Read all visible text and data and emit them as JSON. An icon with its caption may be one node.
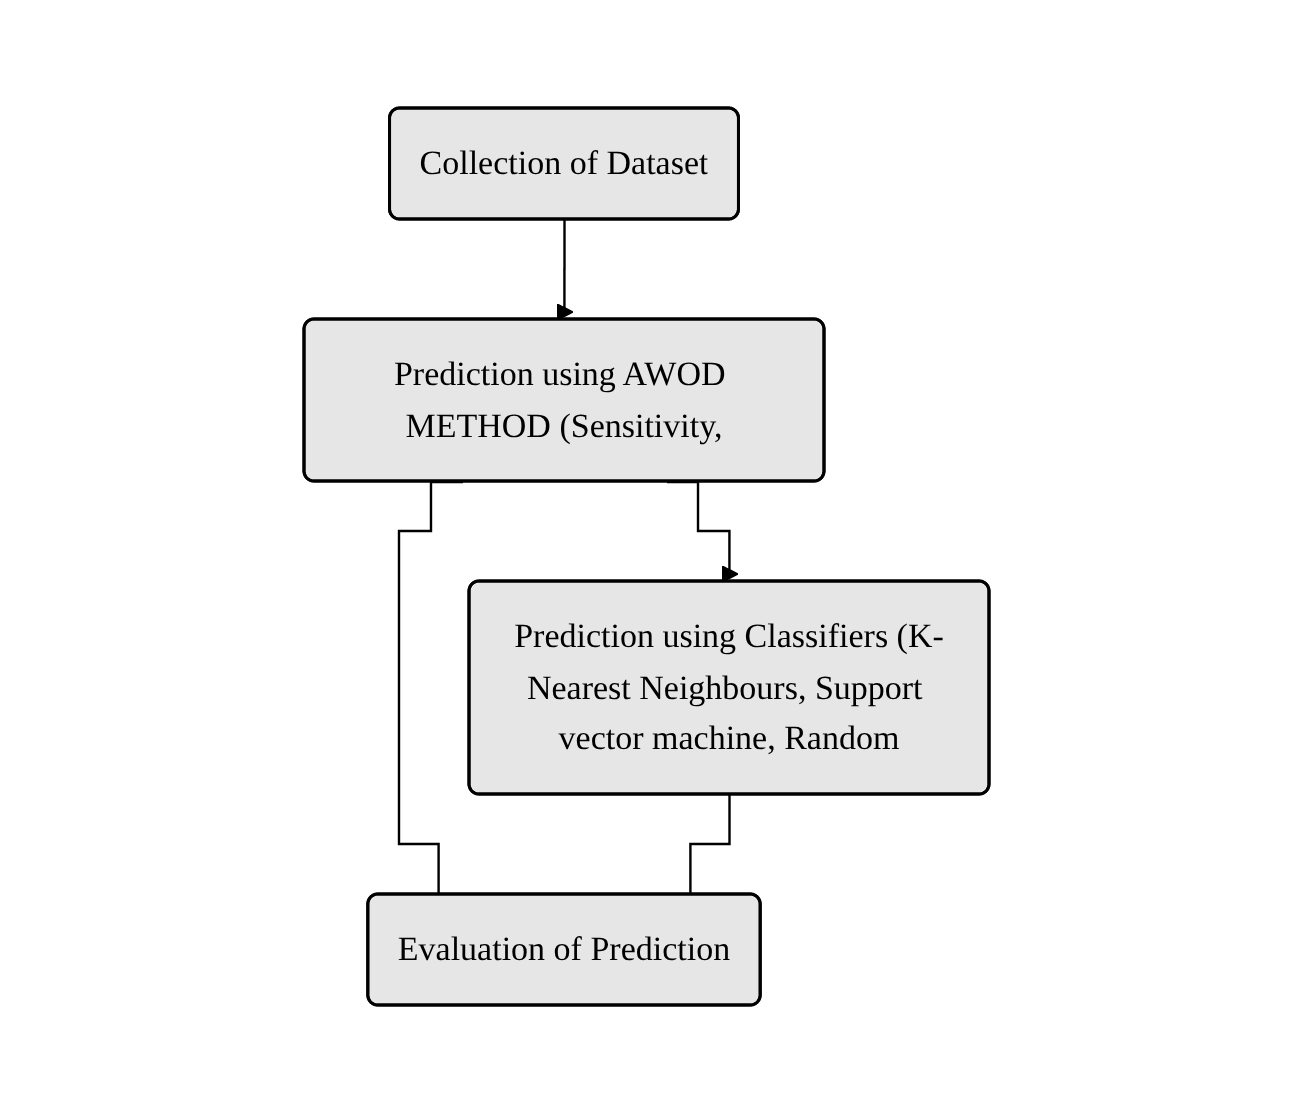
{
  "diagram": {
    "nodes": [
      {
        "text": [
          "Collection of Dataset"
        ]
      },
      {
        "text": [
          "Prediction using AWOD METHOD (Sensitivity,"
        ]
      },
      {
        "text": [
          "Prediction using Classifiers (K-Nearest Neighbours, Support vector machine, Random"
        ]
      },
      {
        "text": [
          "Evaluation of Prediction"
        ]
      }
    ],
    "edges": [
      {
        "from": 0,
        "to": 1,
        "arrow": "to"
      },
      {
        "from": 1,
        "to": 2,
        "arrow": "to"
      },
      {
        "from": 1,
        "to": 3,
        "arrow": "none"
      },
      {
        "from": 2,
        "to": 3,
        "arrow": "none"
      }
    ]
  }
}
